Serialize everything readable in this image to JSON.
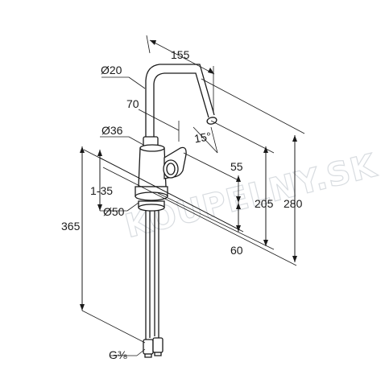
{
  "dimensions": {
    "spout_reach": "155",
    "spout_diameter": "Ø20",
    "spout_offset": "70",
    "spout_angle": "15°",
    "body_diameter": "Ø36",
    "adjust_range": "1-35",
    "base_diameter": "Ø50",
    "lever_height": "55",
    "base_height": "60",
    "outlet_height": "205",
    "total_height": "280",
    "hose_length": "365",
    "connection_thread": "G⅜"
  },
  "watermark": "KOUPELNY.SK"
}
